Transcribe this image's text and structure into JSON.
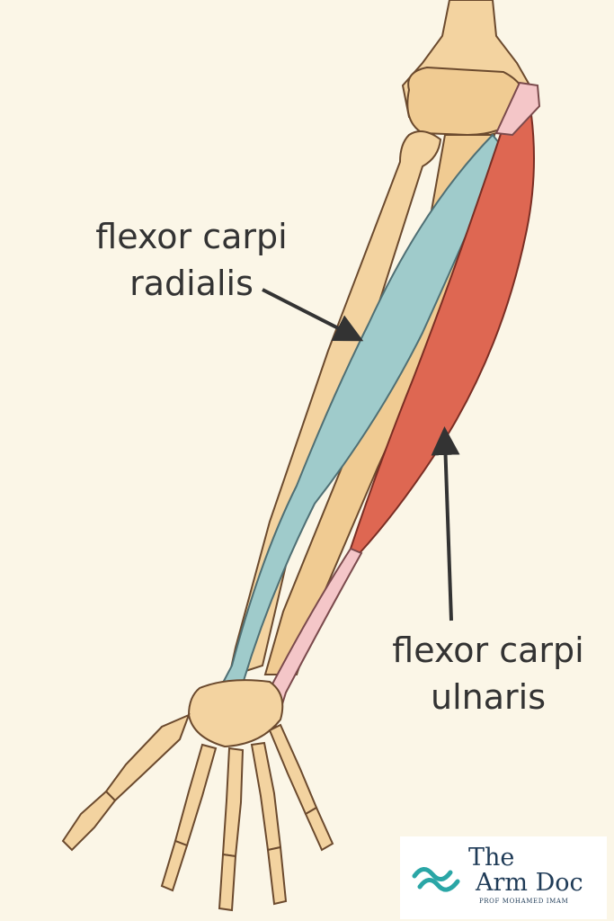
{
  "labels": {
    "flexor_carpi_radialis": {
      "line1": "flexor carpi",
      "line2": "radialis"
    },
    "flexor_carpi_ulnaris": {
      "line1": "flexor carpi",
      "line2": "ulnaris"
    }
  },
  "logo": {
    "line1": "The",
    "line2": "Arm Doc",
    "subtitle": "PROF MOHAMED IMAM"
  },
  "colors": {
    "background": "#fbf6e7",
    "bone": "#f3d3a0",
    "bone_outline": "#6b4a2e",
    "radialis_muscle": "#9fcbcb",
    "ulnaris_muscle": "#de6752",
    "tendon": "#f4c6c8",
    "label_text": "#333333",
    "logo_wave": "#2aa6a6",
    "logo_text": "#1f3b57"
  },
  "icons": [
    "arrow-icon",
    "wave-logo-icon"
  ]
}
